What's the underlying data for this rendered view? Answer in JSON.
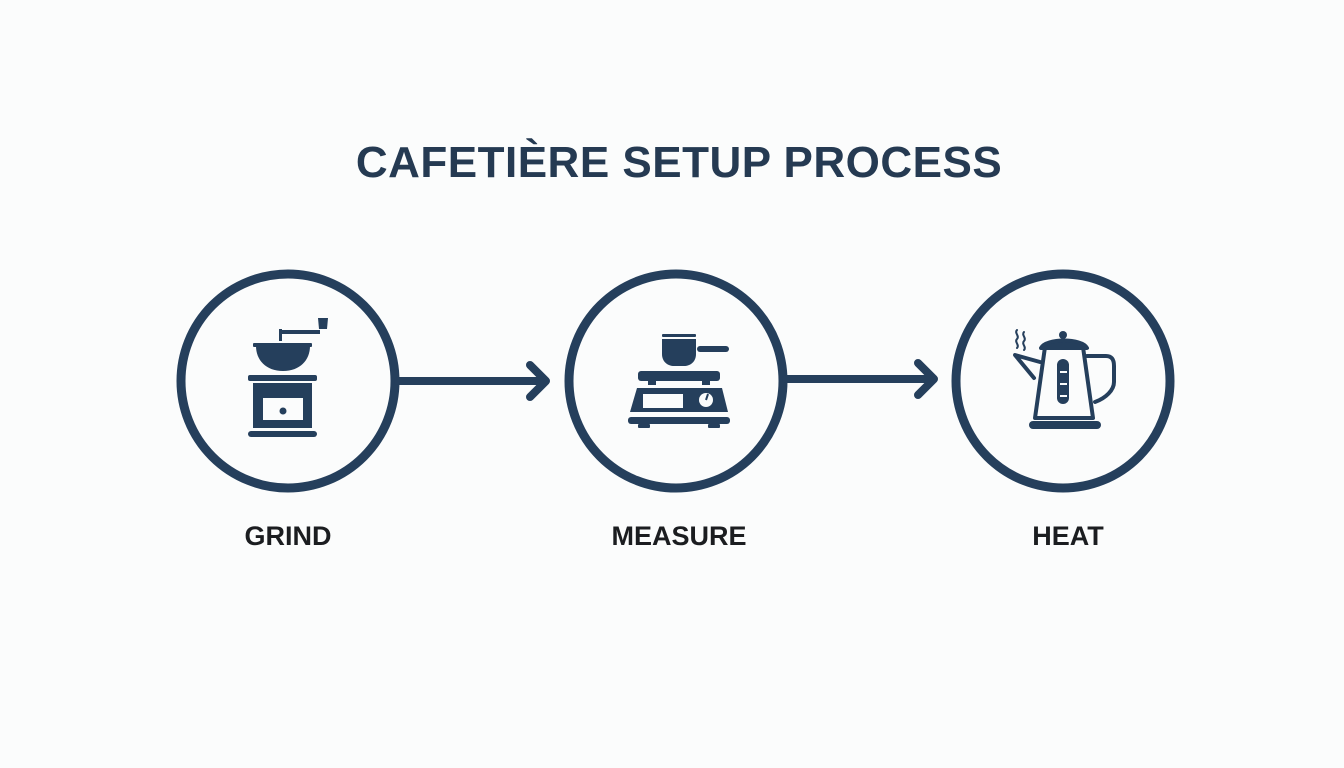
{
  "title": "CAFETIÈRE SETUP PROCESS",
  "colors": {
    "primary": "#253f5c",
    "title": "#253a52",
    "label": "#1b1d20",
    "background": "#fbfcfc"
  },
  "steps": [
    {
      "label": "GRIND",
      "icon": "coffee-grinder-icon"
    },
    {
      "label": "MEASURE",
      "icon": "kitchen-scale-icon"
    },
    {
      "label": "HEAT",
      "icon": "electric-kettle-icon"
    }
  ],
  "connectors": [
    {
      "from": "GRIND",
      "to": "MEASURE",
      "icon": "arrow-right-icon"
    },
    {
      "from": "MEASURE",
      "to": "HEAT",
      "icon": "arrow-right-icon"
    }
  ]
}
